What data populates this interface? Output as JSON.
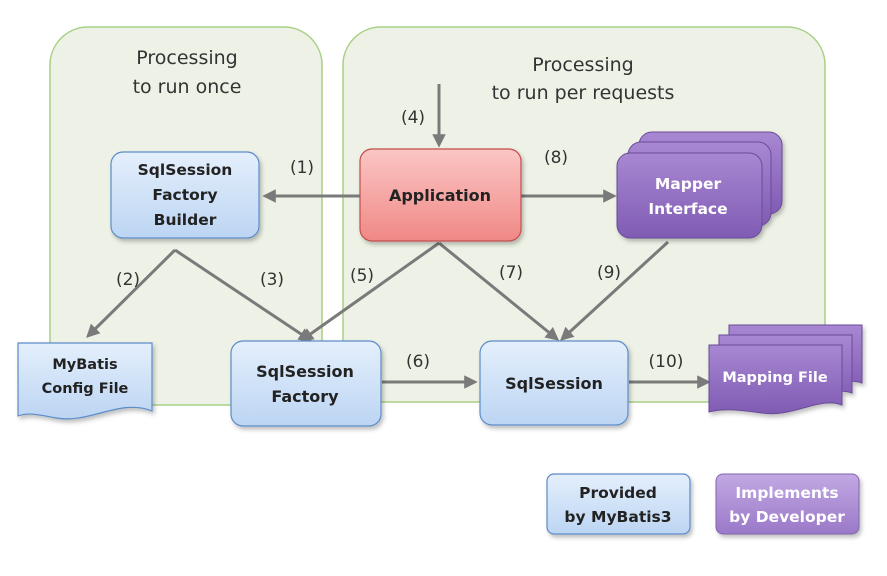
{
  "regions": {
    "run_once": {
      "title_line1": "Processing",
      "title_line2": "to run once"
    },
    "per_request": {
      "title_line1": "Processing",
      "title_line2": "to run per requests"
    }
  },
  "nodes": {
    "builder": {
      "line1": "SqlSession",
      "line2": "Factory",
      "line3": "Builder"
    },
    "application": {
      "label": "Application"
    },
    "mapper": {
      "line1": "Mapper",
      "line2": "Interface"
    },
    "config": {
      "line1": "MyBatis",
      "line2": "Config File"
    },
    "factory": {
      "line1": "SqlSession",
      "line2": "Factory"
    },
    "session": {
      "label": "SqlSession"
    },
    "mapping": {
      "label": "Mapping File"
    }
  },
  "steps": {
    "s1": "(1)",
    "s2": "(2)",
    "s3": "(3)",
    "s4": "(4)",
    "s5": "(5)",
    "s6": "(6)",
    "s7": "(7)",
    "s8": "(8)",
    "s9": "(9)",
    "s10": "(10)"
  },
  "legend": {
    "provided": {
      "line1": "Provided",
      "line2": "by MyBatis3"
    },
    "implements": {
      "line1": "Implements",
      "line2": "by Developer"
    }
  },
  "colors": {
    "region_fill": "#eef2e6",
    "region_stroke": "#a9cf85",
    "blue_box": "#cfe2f8",
    "blue_stroke": "#5b8cc7",
    "red_box": "#f7a7a5",
    "red_stroke": "#c0504d",
    "purple_box": "#8e6bbf",
    "purple_stroke": "#6a4c98"
  }
}
